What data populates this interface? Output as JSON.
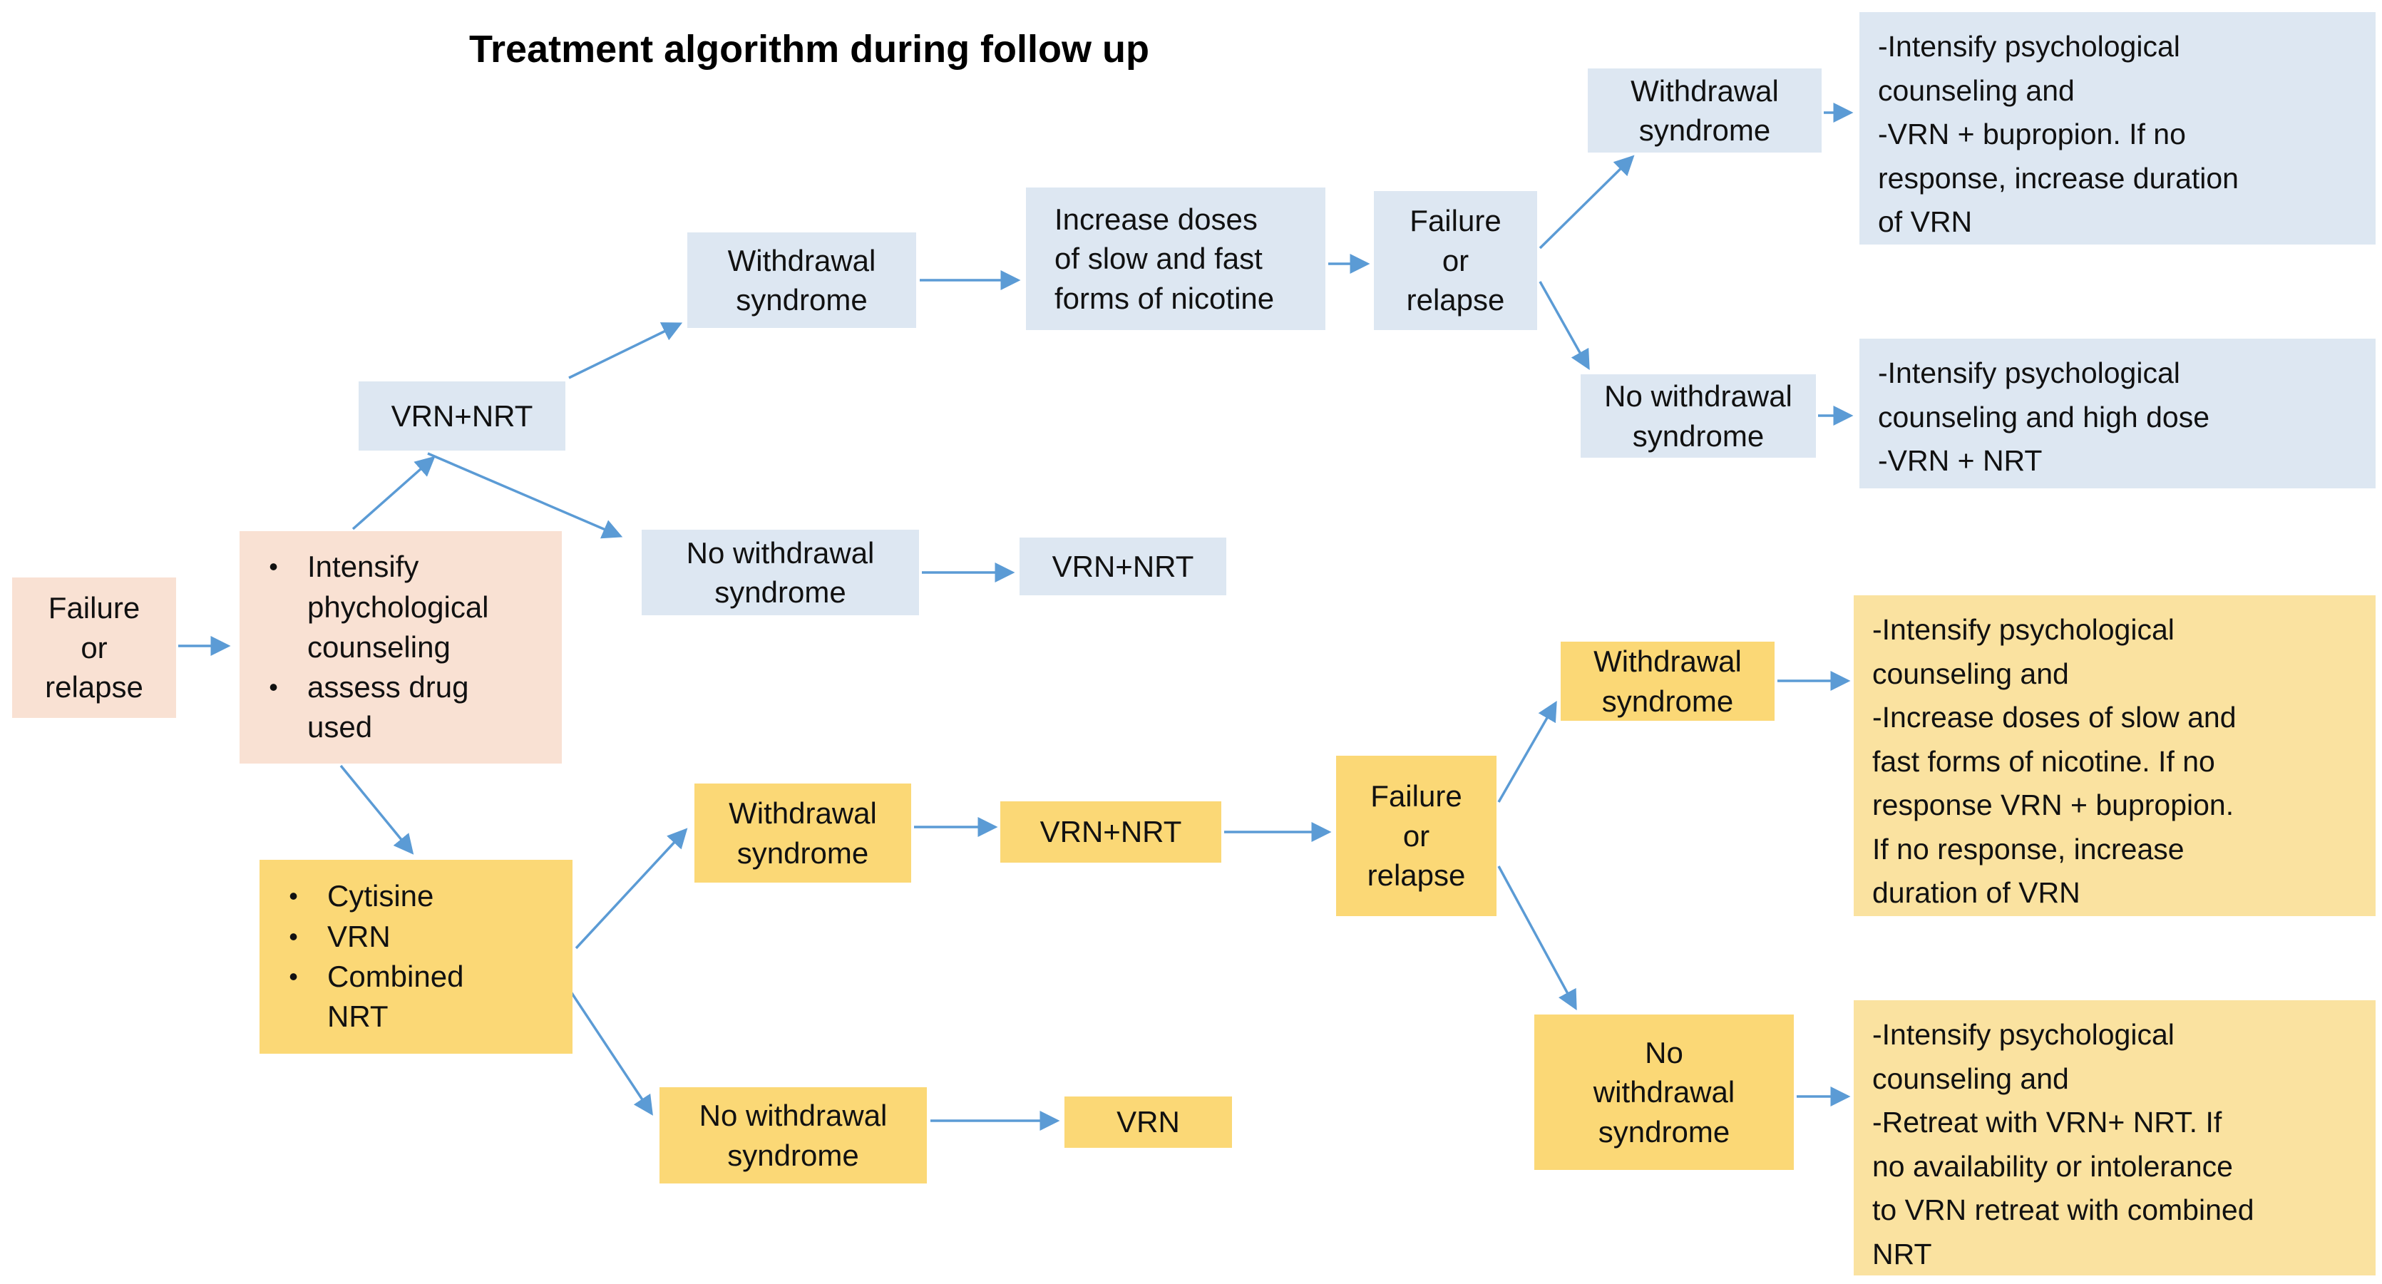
{
  "title": "Treatment algorithm during follow up",
  "ui": {
    "bullet": "•"
  },
  "colors": {
    "peach": "#F9E1D3",
    "blue": "#DDE7F2",
    "yellow": "#FBD876",
    "yellow_light": "#FAE2A0",
    "arrow": "#5B9BD5",
    "text": "#111111",
    "background": "#FFFFFF"
  },
  "nodes": {
    "failure_start": {
      "text": "Failure\nor\nrelapse"
    },
    "assess_plan": {
      "items": [
        "Intensify\nphychological\ncounseling",
        "assess drug\nused"
      ]
    },
    "vrn_nrt_top": {
      "text": "VRN+NRT"
    },
    "withdrawal_top": {
      "text": "Withdrawal\nsyndrome"
    },
    "increase_doses": {
      "text": "Increase doses\nof slow and fast\nforms of nicotine"
    },
    "failure_top_right": {
      "text": "Failure\nor\nrelapse"
    },
    "withdrawal_far_right": {
      "text": "Withdrawal\nsyndrome"
    },
    "outcome_blue_1": {
      "text": "-Intensify psychological\ncounseling and\n-VRN + bupropion. If no\nresponse, increase duration\nof VRN"
    },
    "no_withdrawal_right_blue": {
      "text": "No withdrawal\nsyndrome"
    },
    "outcome_blue_2": {
      "text": "-Intensify psychological\ncounseling and high dose\n-VRN + NRT"
    },
    "no_withdrawal_mid_blue": {
      "text": "No withdrawal\nsyndrome"
    },
    "vrn_nrt_mid_blue": {
      "text": "VRN+NRT"
    },
    "drug_plan": {
      "items": [
        "Cytisine",
        "VRN",
        "Combined\nNRT"
      ]
    },
    "withdrawal_yellow": {
      "text": "Withdrawal\nsyndrome"
    },
    "vrn_nrt_yellow": {
      "text": "VRN+NRT"
    },
    "failure_yellow": {
      "text": "Failure\nor\nrelapse"
    },
    "withdrawal_yellow_right": {
      "text": "Withdrawal\nsyndrome"
    },
    "outcome_yellow_1": {
      "text": "-Intensify psychological\ncounseling and\n-Increase doses of slow and\nfast forms of nicotine.  If no\nresponse VRN + bupropion.\nIf no response, increase\nduration of VRN"
    },
    "no_withdrawal_yellow_right": {
      "text": "No\nwithdrawal\nsyndrome"
    },
    "outcome_yellow_2": {
      "text": "-Intensify psychological\ncounseling and\n-Retreat with  VRN+ NRT. If\nno availability  or intolerance\nto VRN retreat with combined\nNRT"
    },
    "no_withdrawal_yellow_bottom": {
      "text": "No withdrawal\nsyndrome"
    },
    "vrn_yellow": {
      "text": "VRN"
    }
  }
}
